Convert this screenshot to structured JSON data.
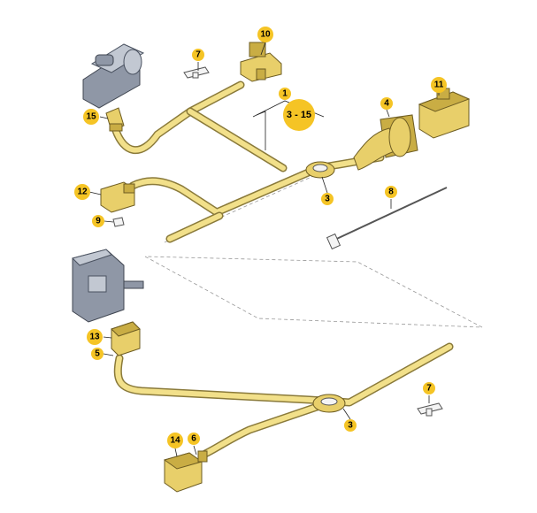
{
  "diagram": {
    "colors": {
      "callout": "#f5c425",
      "wire": "#f2e08a",
      "wire_edge": "#8a7a3a",
      "housing_grey": "#8f97a6"
    },
    "callouts": [
      {
        "id": "c1",
        "label": "1"
      },
      {
        "id": "c1-range",
        "label": "3 - 15"
      },
      {
        "id": "c3a",
        "label": "3"
      },
      {
        "id": "c3b",
        "label": "3"
      },
      {
        "id": "c4",
        "label": "4"
      },
      {
        "id": "c5",
        "label": "5"
      },
      {
        "id": "c6",
        "label": "6"
      },
      {
        "id": "c7a",
        "label": "7"
      },
      {
        "id": "c7b",
        "label": "7"
      },
      {
        "id": "c8",
        "label": "8"
      },
      {
        "id": "c9",
        "label": "9"
      },
      {
        "id": "c10",
        "label": "10"
      },
      {
        "id": "c11",
        "label": "11"
      },
      {
        "id": "c12",
        "label": "12"
      },
      {
        "id": "c13",
        "label": "13"
      },
      {
        "id": "c14",
        "label": "14"
      },
      {
        "id": "c15",
        "label": "15"
      }
    ]
  }
}
